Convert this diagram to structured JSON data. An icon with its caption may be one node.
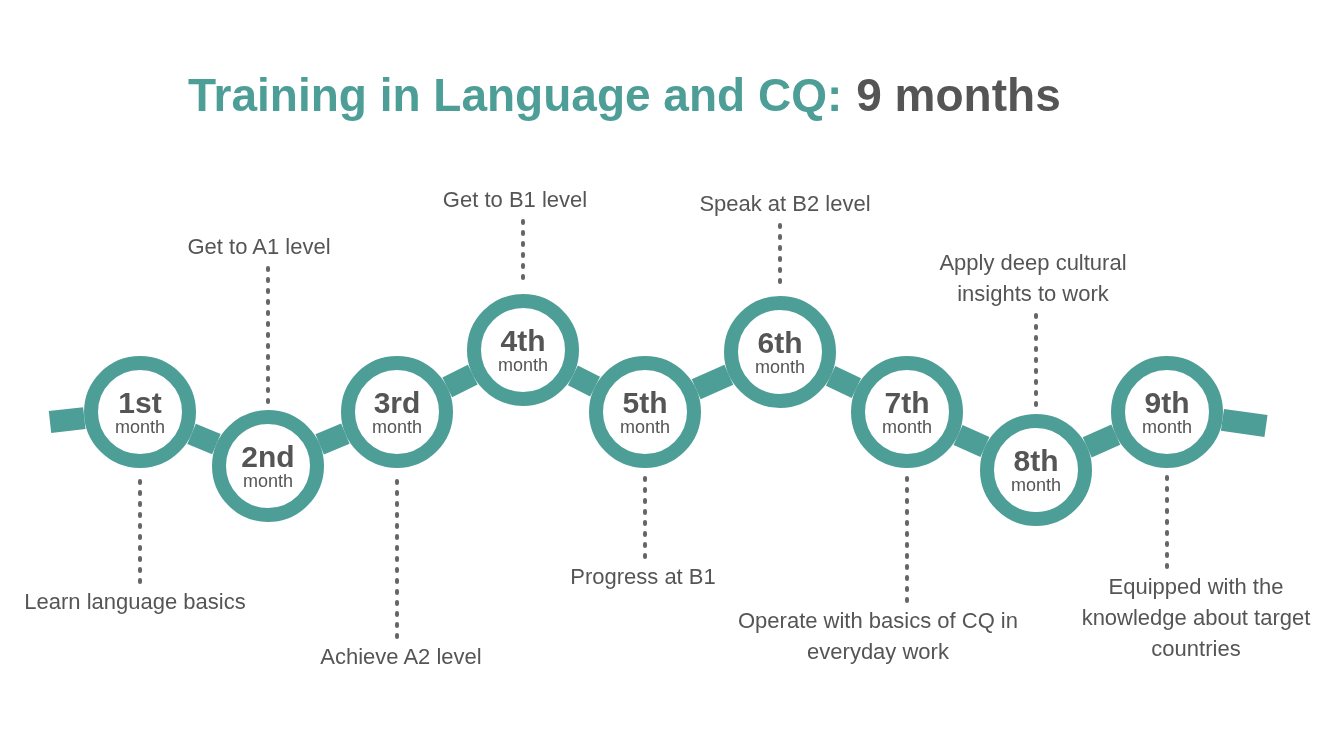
{
  "diagram": {
    "title": "Training in Language and CQ:",
    "nodes": [
      {
        "text": [
          "1st",
          "month"
        ]
      },
      {
        "text": [
          "2nd",
          "month"
        ]
      },
      {
        "text": [
          "3rd",
          "month"
        ]
      },
      {
        "text": [
          "4th",
          "month"
        ]
      },
      {
        "text": [
          "5th",
          "month"
        ]
      },
      {
        "text": [
          "6th",
          "month"
        ]
      },
      {
        "text": [
          "7th",
          "month"
        ]
      },
      {
        "text": [
          "8th",
          "month"
        ]
      },
      {
        "text": [
          "9th",
          "month"
        ]
      },
      {
        "text": [
          "Learn language basics"
        ]
      },
      {
        "text": [
          "Get to A1 level"
        ]
      },
      {
        "text": [
          "Achieve A2 level"
        ]
      },
      {
        "text": [
          "Get to B1 level"
        ]
      },
      {
        "text": [
          "Progress at B1"
        ]
      },
      {
        "text": [
          "Speak at B2 level"
        ]
      },
      {
        "text": [
          "Operate with basics of CQ in everyday work"
        ]
      },
      {
        "text": [
          "Apply deep cultural insights to work"
        ]
      },
      {
        "text": [
          "Equipped with the knowledge about target countries"
        ]
      }
    ],
    "edges": [
      {
        "from": null,
        "to": 0,
        "arrow": "none"
      },
      {
        "from": 0,
        "to": 1,
        "arrow": "none"
      },
      {
        "from": 1,
        "to": 2,
        "arrow": "none"
      },
      {
        "from": 2,
        "to": 3,
        "arrow": "none"
      },
      {
        "from": 3,
        "to": 4,
        "arrow": "none"
      },
      {
        "from": 4,
        "to": 5,
        "arrow": "none"
      },
      {
        "from": 5,
        "to": 6,
        "arrow": "none"
      },
      {
        "from": 6,
        "to": 7,
        "arrow": "none"
      },
      {
        "from": 7,
        "to": 8,
        "arrow": "none"
      },
      {
        "from": 8,
        "to": null,
        "arrow": "none"
      },
      {
        "from": 9,
        "to": 0,
        "arrow": "none",
        "style": "dashed",
        "color": "#666666"
      },
      {
        "from": 10,
        "to": 1,
        "arrow": "none",
        "style": "dashed",
        "color": "#666666"
      },
      {
        "from": 11,
        "to": 2,
        "arrow": "none",
        "style": "dashed",
        "color": "#666666"
      },
      {
        "from": 12,
        "to": 3,
        "arrow": "none",
        "style": "dashed",
        "color": "#666666"
      },
      {
        "from": 13,
        "to": 4,
        "arrow": "none",
        "style": "dashed",
        "color": "#666666"
      },
      {
        "from": 14,
        "to": 5,
        "arrow": "none",
        "style": "dashed",
        "color": "#666666"
      },
      {
        "from": 15,
        "to": 6,
        "arrow": "none",
        "style": "dashed",
        "color": "#666666"
      },
      {
        "from": 16,
        "to": 7,
        "arrow": "none",
        "style": "dashed",
        "color": "#666666"
      },
      {
        "from": 17,
        "to": 8,
        "arrow": "none",
        "style": "dashed",
        "color": "#666666"
      }
    ],
    "labels": [
      "9 months"
    ]
  }
}
